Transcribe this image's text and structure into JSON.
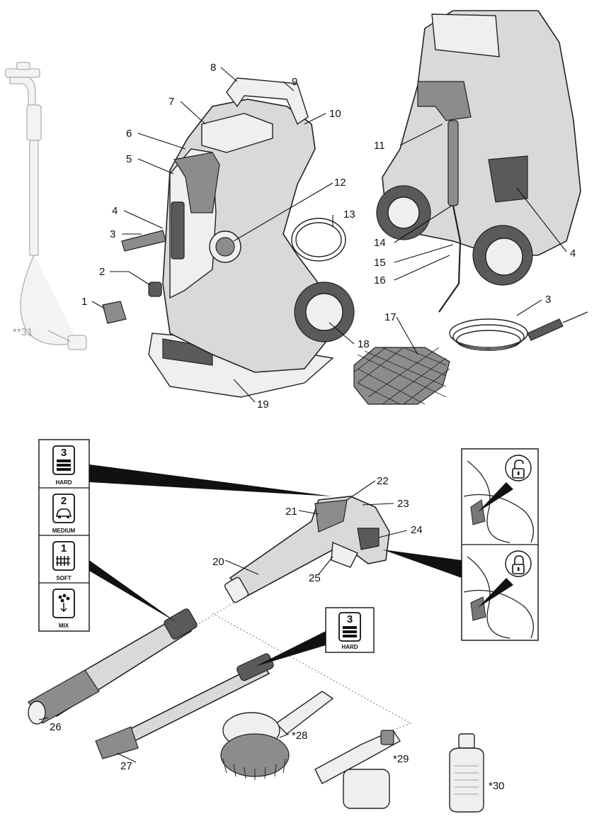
{
  "callouts": {
    "c1": "1",
    "c2": "2",
    "c3": "3",
    "c4": "4",
    "c5": "5",
    "c6": "6",
    "c7": "7",
    "c8": "8",
    "c9": "9",
    "c10": "10",
    "c11": "11",
    "c12": "12",
    "c13": "13",
    "c14": "14",
    "c15": "15",
    "c16": "16",
    "c17": "17",
    "c18": "18",
    "c19": "19",
    "c3b": "3",
    "c4b": "4",
    "c31": "**31",
    "c20": "20",
    "c21": "21",
    "c22": "22",
    "c23": "23",
    "c24": "24",
    "c25": "25",
    "c26": "26",
    "c27": "27",
    "c28": "*28",
    "c29": "*29",
    "c30": "*30"
  },
  "mode_panel": [
    {
      "number": "3",
      "label": "HARD",
      "icon": "brick-wall-icon"
    },
    {
      "number": "2",
      "label": "MEDIUM",
      "icon": "car-icon"
    },
    {
      "number": "1",
      "label": "SOFT",
      "icon": "fence-icon"
    },
    {
      "number": "",
      "label": "MIX",
      "icon": "foam-spray-icon"
    }
  ],
  "lance_badge": {
    "number": "3",
    "label": "HARD",
    "icon": "brick-wall-icon"
  },
  "lock_states": [
    "unlocked-icon",
    "locked-icon"
  ],
  "colors": {
    "line": "#111111",
    "ghost": "#a0a0a0",
    "fill": "#d9d9d9"
  }
}
